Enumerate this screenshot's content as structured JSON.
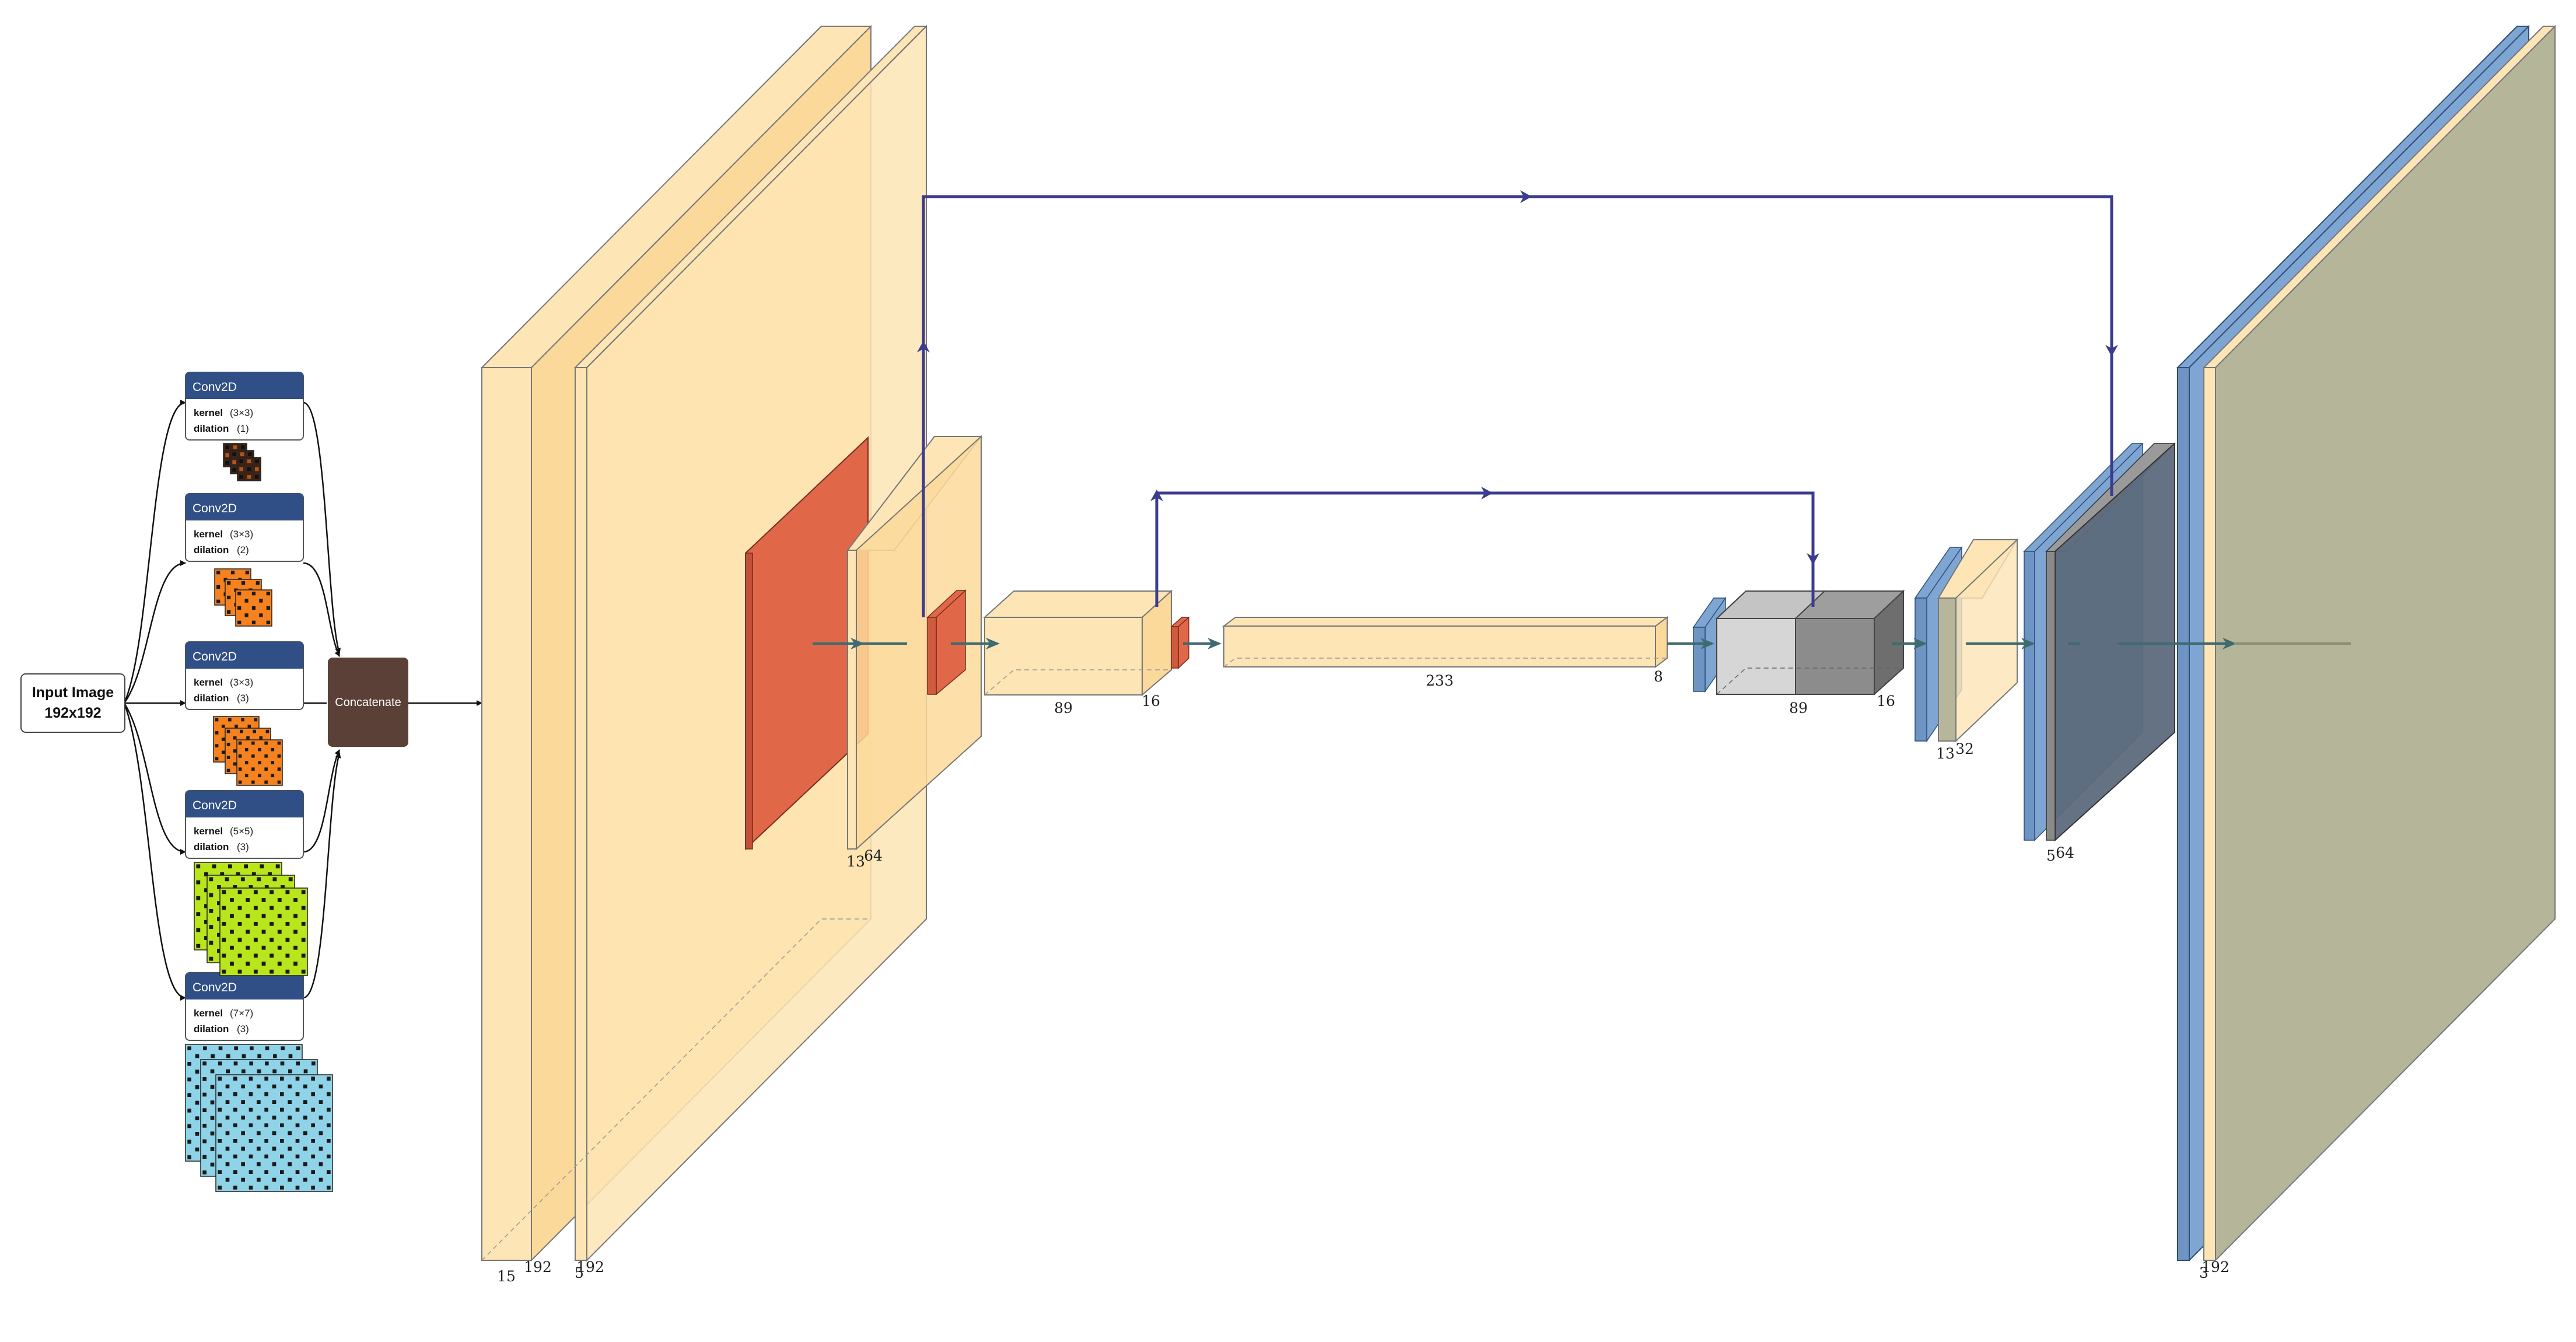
{
  "input": {
    "title": "Input Image",
    "size": "192x192"
  },
  "concat": {
    "label": "Concatenate"
  },
  "branches": [
    {
      "title": "Conv2D",
      "kernel_label": "kernel",
      "kernel": "(3×3)",
      "dilation_label": "dilation",
      "dilation": "(1)",
      "swatch_color": "#f5821f",
      "dot_color": "#1a1a1a",
      "swatch": "dark"
    },
    {
      "title": "Conv2D",
      "kernel_label": "kernel",
      "kernel": "(3×3)",
      "dilation_label": "dilation",
      "dilation": "(2)",
      "swatch_color": "#f5821f",
      "dot_color": "#1a1a1a",
      "swatch": "orange"
    },
    {
      "title": "Conv2D",
      "kernel_label": "kernel",
      "kernel": "(3×3)",
      "dilation_label": "dilation",
      "dilation": "(3)",
      "swatch_color": "#f5821f",
      "dot_color": "#1a1a1a",
      "swatch": "orange"
    },
    {
      "title": "Conv2D",
      "kernel_label": "kernel",
      "kernel": "(5×5)",
      "dilation_label": "dilation",
      "dilation": "(3)",
      "swatch_color": "#b9e51c",
      "dot_color": "#1a1a1a",
      "swatch": "green"
    },
    {
      "title": "Conv2D",
      "kernel_label": "kernel",
      "kernel": "(7×7)",
      "dilation_label": "dilation",
      "dilation": "(3)",
      "swatch_color": "#8fd3e8",
      "dot_color": "#1a1a1a",
      "swatch": "blue"
    }
  ],
  "dim_labels": {
    "enc1_a": "15",
    "enc1_b": "192",
    "enc1_c": "5",
    "enc1_d": "192",
    "enc2_a": "13",
    "enc2_b": "64",
    "enc3_a": "89",
    "enc3_b": "16",
    "bottleneck_a": "233",
    "bottleneck_b": "8",
    "dec1_a": "89",
    "dec1_b": "16",
    "dec2_a": "13",
    "dec2_b": "32",
    "dec3_a": "5",
    "dec3_b": "64",
    "out_a": "3",
    "out_b": "192"
  },
  "colors": {
    "conv": "#fde5b5",
    "conv_dark": "#fbd58a",
    "pool": "#e06040",
    "unpool": "#7fa6d2",
    "skip": "#3b3b8f",
    "concat_box": "#5b4037",
    "branch_header": "#2f4f86",
    "gray_block": "#8c8c8c",
    "gray_light": "#d3d3d3",
    "slate": "#5a6878",
    "olive": "#b5b59a"
  }
}
